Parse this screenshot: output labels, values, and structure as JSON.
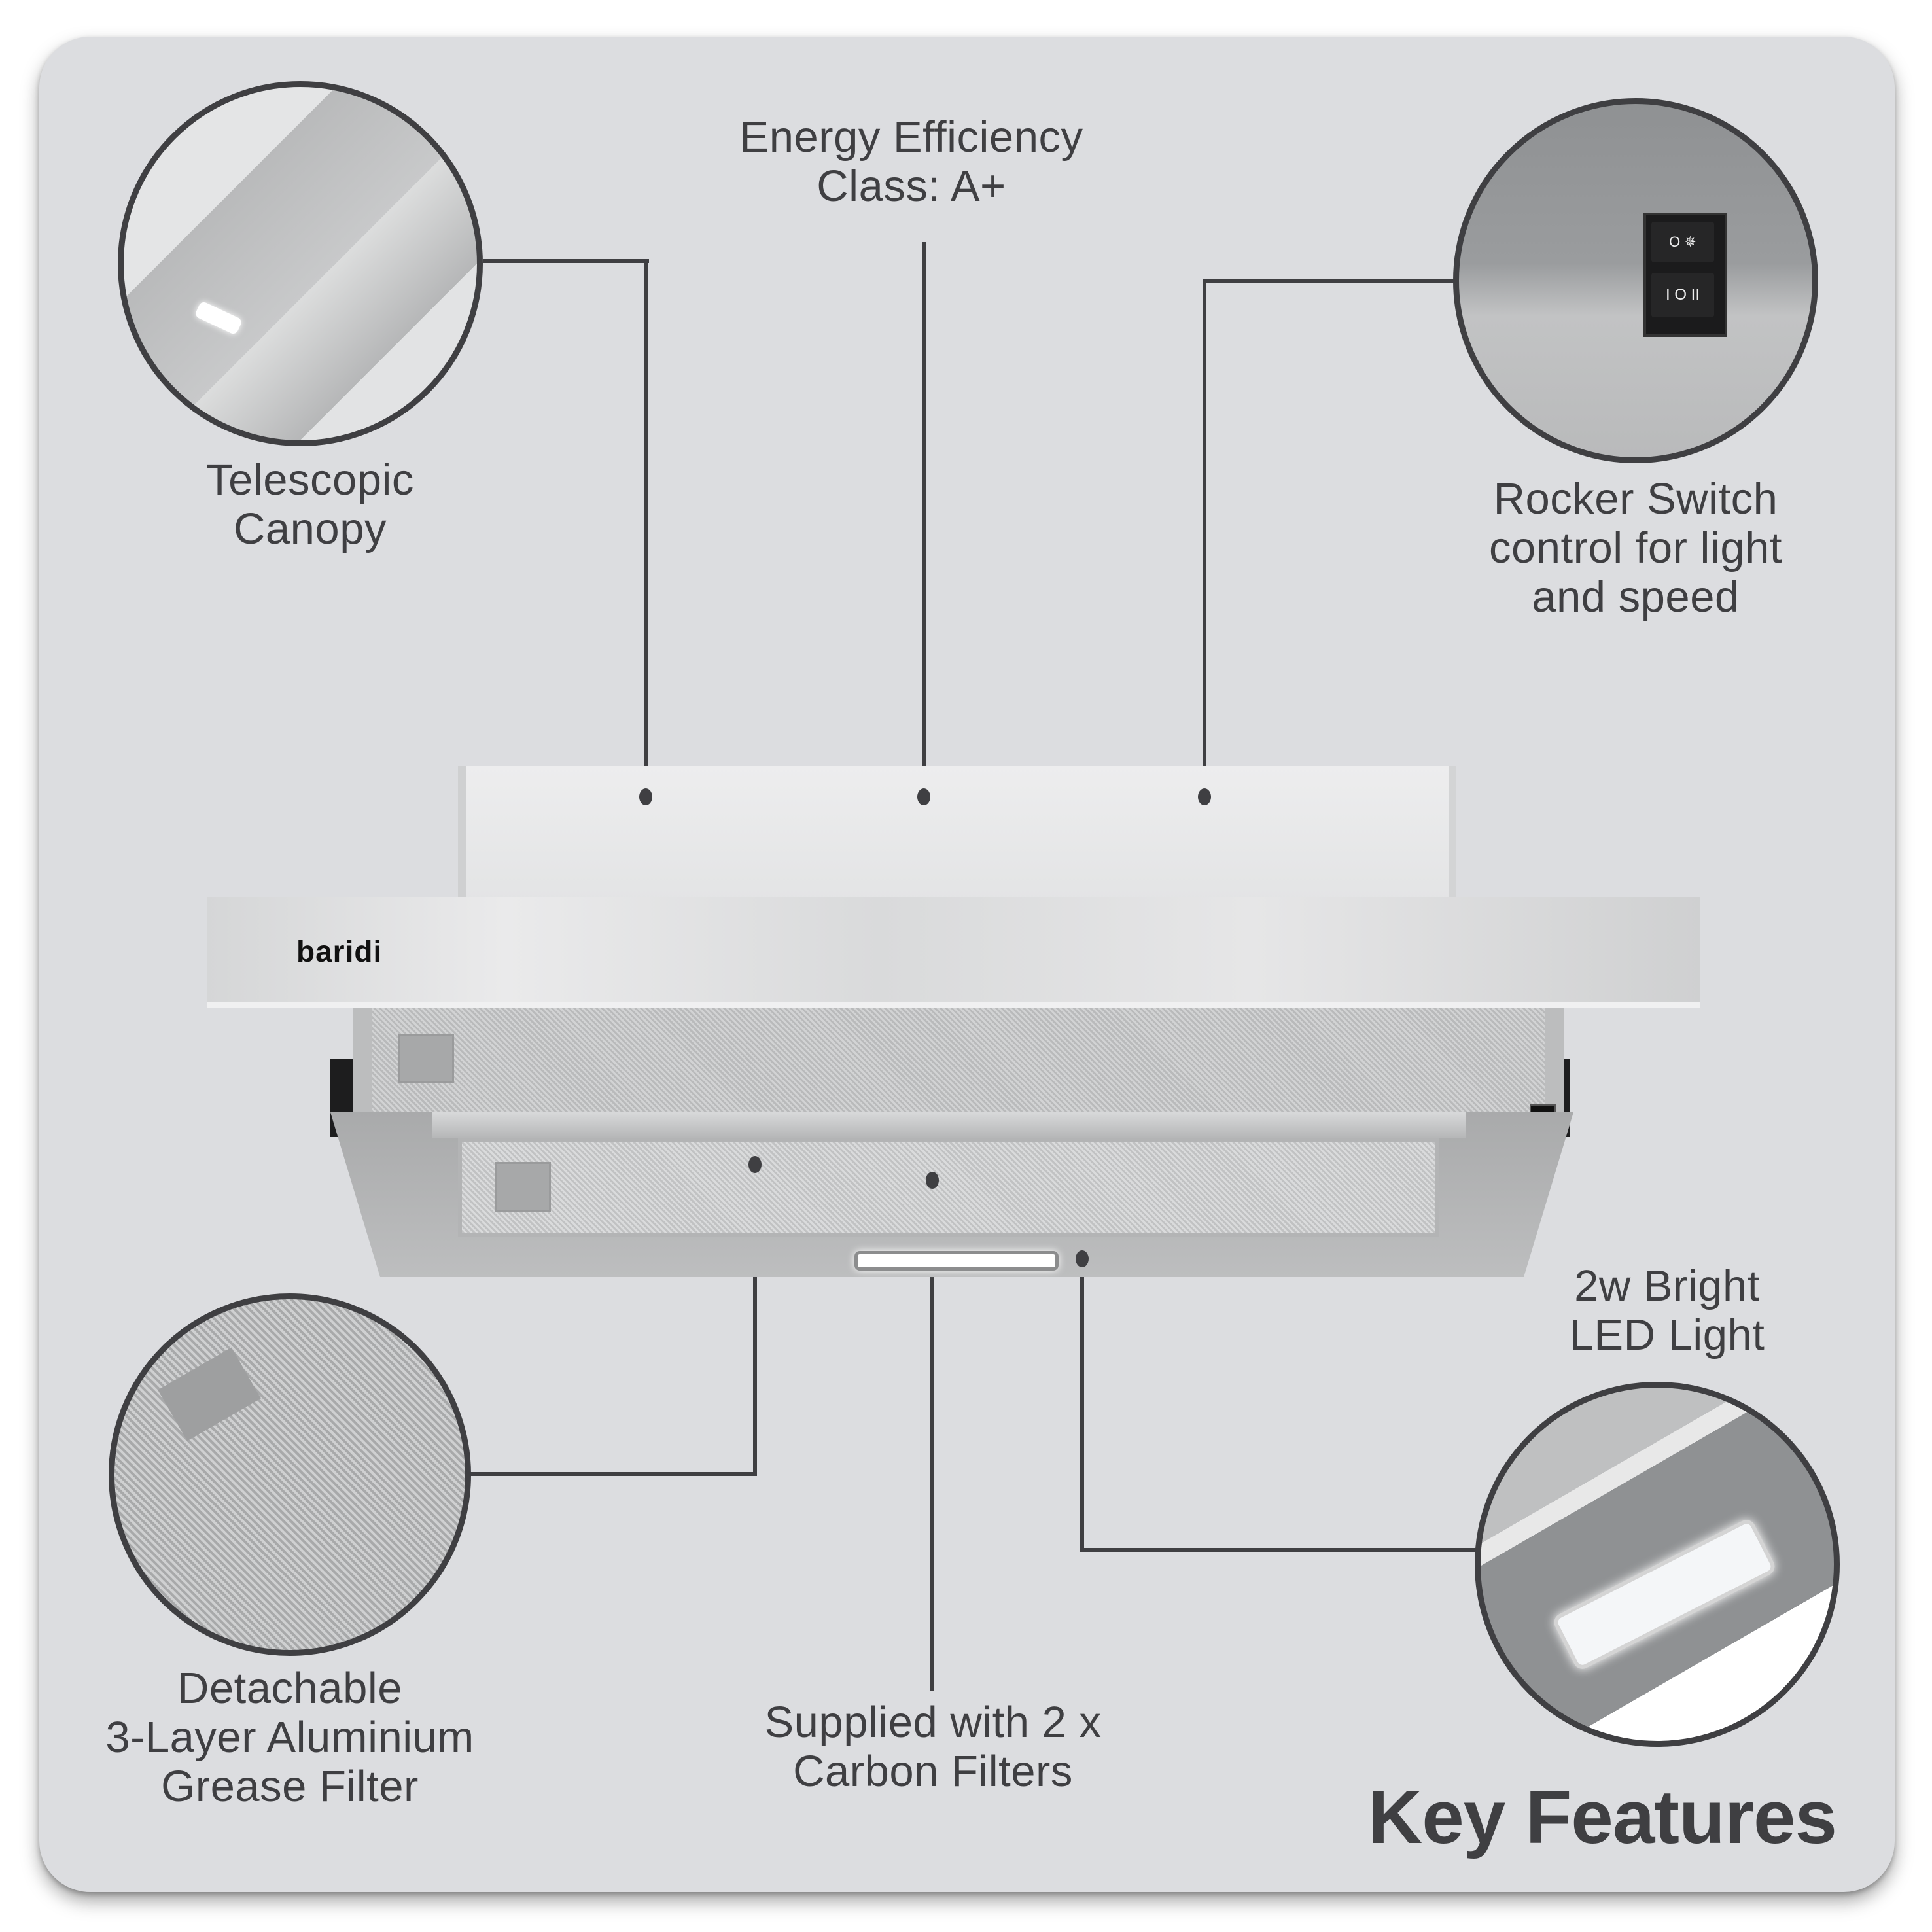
{
  "brand": "baridi",
  "title": "Key Features",
  "features": {
    "energy": "Energy Efficiency\nClass: A+",
    "telescopic": "Telescopic\nCanopy",
    "rocker": "Rocker Switch\ncontrol for light\nand speed",
    "grease_filter": "Detachable\n3-Layer Aluminium\nGrease Filter",
    "carbon_filters": "Supplied with 2 x\nCarbon Filters",
    "led": "2w Bright\nLED Light"
  },
  "switch_symbols": {
    "light_switch": "O  ✵",
    "speed_switch": "I O II"
  },
  "colors": {
    "background": "#dcdde0",
    "text": "#3f3f42",
    "line": "#3f3f42"
  }
}
